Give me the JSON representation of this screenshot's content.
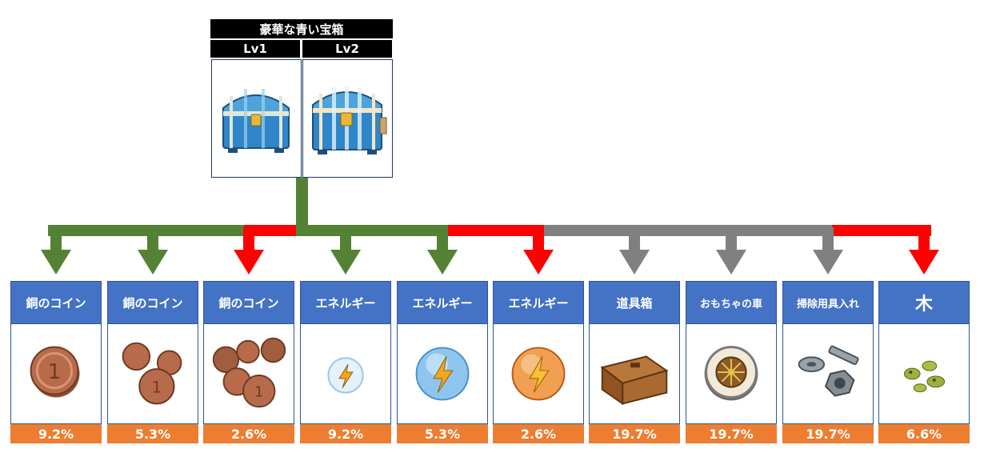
{
  "source": {
    "title": "豪華な青い宝箱",
    "levels": [
      "Lv1",
      "Lv2"
    ]
  },
  "colors": {
    "green": "#548235",
    "red": "#ff0000",
    "gray": "#808080",
    "card_header": "#4472c4",
    "card_percent": "#ed7d31"
  },
  "items": [
    {
      "label": "銅のコイン",
      "percent": "9.2%",
      "arrow": "green",
      "icon": "copper-coin-single-icon"
    },
    {
      "label": "銅のコイン",
      "percent": "5.3%",
      "arrow": "green",
      "icon": "copper-coins-few-icon"
    },
    {
      "label": "銅のコイン",
      "percent": "2.6%",
      "arrow": "red",
      "icon": "copper-coins-pile-icon"
    },
    {
      "label": "エネルギー",
      "percent": "9.2%",
      "arrow": "green",
      "icon": "energy-small-icon"
    },
    {
      "label": "エネルギー",
      "percent": "5.3%",
      "arrow": "green",
      "icon": "energy-medium-icon"
    },
    {
      "label": "エネルギー",
      "percent": "2.6%",
      "arrow": "red",
      "icon": "energy-orange-icon"
    },
    {
      "label": "道具箱",
      "percent": "19.7%",
      "arrow": "gray",
      "icon": "toolbox-icon"
    },
    {
      "label": "おもちゃの車",
      "percent": "19.7%",
      "arrow": "gray",
      "icon": "toy-wheel-icon"
    },
    {
      "label": "掃除用具入れ",
      "percent": "19.7%",
      "arrow": "gray",
      "icon": "nuts-bolts-icon"
    },
    {
      "label": "木",
      "percent": "6.6%",
      "arrow": "red",
      "icon": "wood-seeds-icon"
    }
  ]
}
